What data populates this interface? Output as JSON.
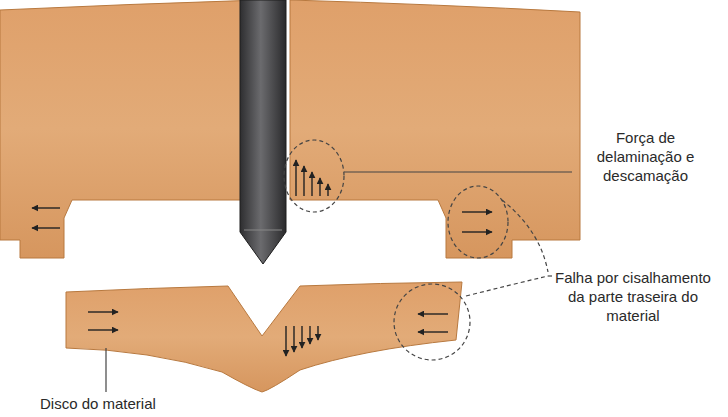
{
  "diagram": {
    "labels": [
      "Força de delaminação e descamação",
      "Falha por cisalhamento da parte traseira do material",
      "Disco do material"
    ]
  }
}
